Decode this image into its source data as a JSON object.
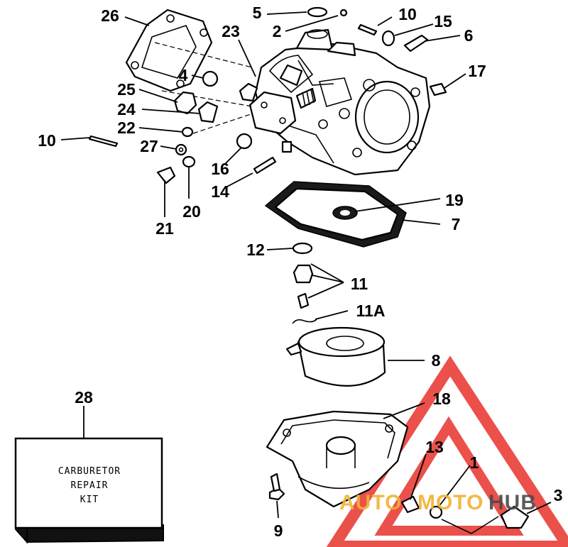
{
  "diagram": {
    "callouts": [
      {
        "id": "c26",
        "text": "26"
      },
      {
        "id": "c5",
        "text": "5"
      },
      {
        "id": "c2",
        "text": "2"
      },
      {
        "id": "c10a",
        "text": "10"
      },
      {
        "id": "c15",
        "text": "15"
      },
      {
        "id": "c6",
        "text": "6"
      },
      {
        "id": "c23",
        "text": "23"
      },
      {
        "id": "c4",
        "text": "4"
      },
      {
        "id": "c17",
        "text": "17"
      },
      {
        "id": "c25",
        "text": "25"
      },
      {
        "id": "c24",
        "text": "24"
      },
      {
        "id": "c22",
        "text": "22"
      },
      {
        "id": "c10b",
        "text": "10"
      },
      {
        "id": "c27",
        "text": "27"
      },
      {
        "id": "c16",
        "text": "16"
      },
      {
        "id": "c14",
        "text": "14"
      },
      {
        "id": "c20",
        "text": "20"
      },
      {
        "id": "c21",
        "text": "21"
      },
      {
        "id": "c19",
        "text": "19"
      },
      {
        "id": "c7",
        "text": "7"
      },
      {
        "id": "c12",
        "text": "12"
      },
      {
        "id": "c11",
        "text": "11"
      },
      {
        "id": "c11a",
        "text": "11A"
      },
      {
        "id": "c8",
        "text": "8"
      },
      {
        "id": "c28",
        "text": "28"
      },
      {
        "id": "c18",
        "text": "18"
      },
      {
        "id": "c13",
        "text": "13"
      },
      {
        "id": "c1",
        "text": "1"
      },
      {
        "id": "c3",
        "text": "3"
      },
      {
        "id": "c9",
        "text": "9"
      }
    ],
    "repair_kit": {
      "line1": "CARBURETOR",
      "line2": "REPAIR",
      "line3": "KIT"
    }
  },
  "watermark": {
    "text_left": "AUTO",
    "text_mid": "MOTO",
    "text_right": "HUB",
    "colors": {
      "triangle": "#e8322c",
      "auto": "#f2b234",
      "moto": "#f2b234",
      "hub": "#4a4a4a"
    }
  }
}
